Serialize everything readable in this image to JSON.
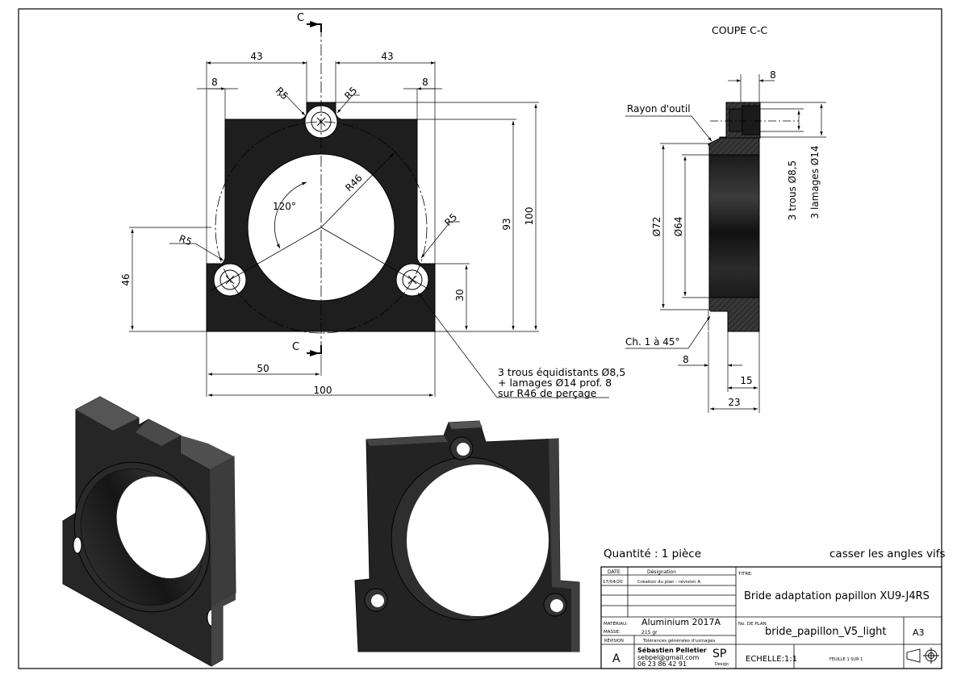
{
  "front_view": {
    "section_label": "C",
    "dims": {
      "w43_left": "43",
      "w43_right": "43",
      "w8_left": "8",
      "w8_right": "8",
      "r5_top_left": "R5",
      "r5_top_right": "R5",
      "r5_left": "R5",
      "r5_right": "R5",
      "r46": "R46",
      "angle": "120°",
      "h100": "100",
      "h93": "93",
      "h46": "46",
      "h30": "30",
      "w50": "50",
      "w100": "100"
    },
    "hole_note": [
      "3 trous équidistants Ø8,5",
      "+ lamages Ø14 prof. 8",
      "sur R46 de perçage"
    ]
  },
  "section_view": {
    "title": "COUPE C-C",
    "tool_radius": "Rayon d'outil",
    "chamfer": "Ch. 1 à 45°",
    "dims": {
      "t8_top": "8",
      "d72": "Ø72",
      "d64": "Ø64",
      "holes": "3 trous Ø8,5",
      "counterbores": "3 lamages Ø14",
      "b8": "8",
      "b15": "15",
      "b23": "23"
    }
  },
  "notes": {
    "quantity": "Quantité : 1 pièce",
    "edges": "casser les angles vifs"
  },
  "title_block": {
    "rev_table": {
      "col_date": "DATE",
      "col_designation": "Désignation",
      "row_date": "17/04/20",
      "row_designation": "Création du plan - révision A"
    },
    "material_label": "MATÉRIAU:",
    "material": "Aluminium 2017A",
    "mass_label": "MASSE:",
    "mass": "215 gr",
    "revision_label": "RÉVISION",
    "tolerances": "Tolérances générales d'usinages",
    "revision": "A",
    "author": "Sébastien Pelletier",
    "email": "sebpel@gmail.com",
    "phone": "06 23 86 42 91",
    "logo_letters": "SP",
    "logo_sub": "Design",
    "title_label": "TITRE:",
    "title": "Bride adaptation papillon XU9-J4RS",
    "plan_label": "No. DE PLAN",
    "plan": "bride_papillon_V5_light",
    "format": "A3",
    "scale": "ECHELLE:1:1",
    "sheet": "FEUILLE 1 SUR 1"
  }
}
